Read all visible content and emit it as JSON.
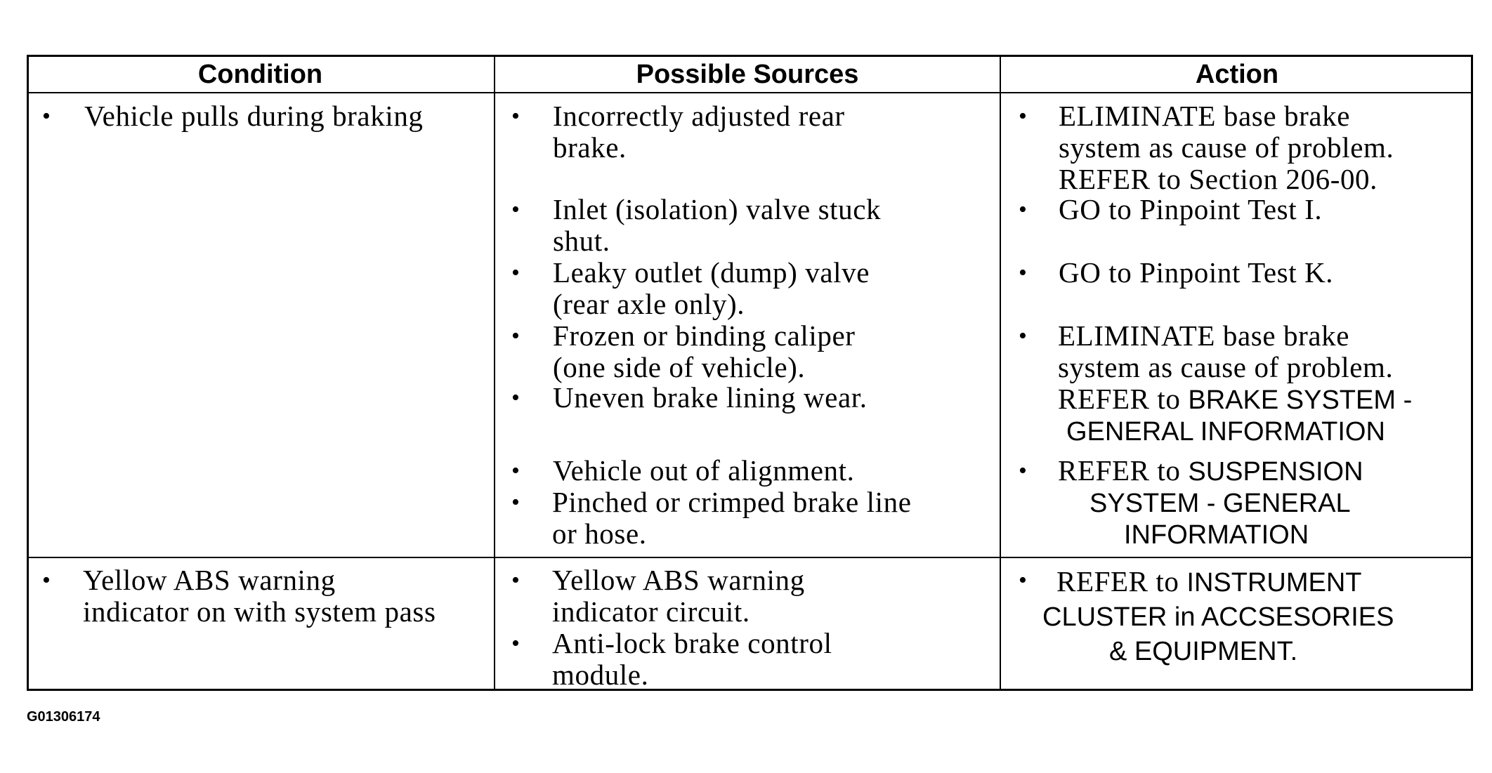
{
  "headers": [
    "Condition",
    "Possible Sources",
    "Action"
  ],
  "rows": [
    {
      "condition": [
        "Vehicle pulls during braking"
      ],
      "sources": [
        [
          "Incorrectly adjusted rear",
          "brake."
        ],
        [
          "Inlet (isolation) valve stuck",
          "shut."
        ],
        [
          "Leaky outlet (dump) valve",
          "(rear axle only)."
        ],
        [
          "Frozen or binding caliper",
          "(one side of vehicle)."
        ],
        [
          "Uneven brake lining wear."
        ],
        [
          "Vehicle out of alignment."
        ],
        [
          "Pinched or crimped brake line",
          "or hose."
        ]
      ],
      "actions": [
        {
          "lines": [
            "ELIMINATE base brake",
            "system as cause of problem.",
            "REFER to Section 206-00."
          ]
        },
        {
          "lines": [
            "GO to Pinpoint Test I."
          ]
        },
        {
          "lines": [
            "GO to Pinpoint Test K."
          ]
        },
        {
          "lines": [
            "ELIMINATE base brake",
            "system as cause of problem."
          ],
          "refer_lead": "REFER to",
          "refer_rest": [
            "BRAKE SYSTEM -",
            "GENERAL INFORMATION"
          ]
        },
        {
          "refer_lead": "REFER to",
          "refer_rest": [
            "SUSPENSION",
            "SYSTEM - GENERAL",
            "INFORMATION"
          ]
        }
      ]
    },
    {
      "condition": [
        "Yellow ABS warning",
        "indicator on with system pass"
      ],
      "sources": [
        [
          "Yellow ABS warning",
          "indicator circuit."
        ],
        [
          "Anti-lock brake control",
          "module."
        ]
      ],
      "actions": [
        {
          "refer_lead": "REFER to",
          "refer_rest": [
            "INSTRUMENT",
            "CLUSTER in ACCSESORIES",
            "& EQUIPMENT."
          ]
        }
      ]
    }
  ],
  "bullet": "•",
  "figure_id": "G01306174"
}
